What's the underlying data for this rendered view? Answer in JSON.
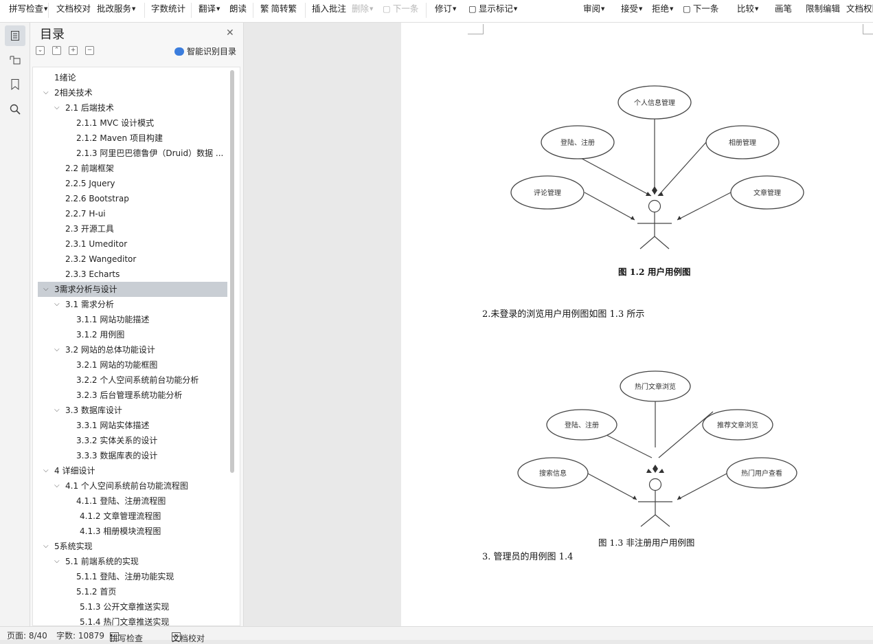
{
  "toolbar": {
    "items": [
      {
        "label": "拼写检查",
        "dropdown": true
      },
      {
        "label": "文档校对",
        "dropdown": false
      },
      {
        "label": "批改服务",
        "dropdown": true
      },
      {
        "label": "字数统计",
        "dropdown": false
      },
      {
        "label": "翻译",
        "dropdown": true
      },
      {
        "label": "朗读",
        "dropdown": false
      },
      {
        "label": "简转繁",
        "dropdown": false
      },
      {
        "label": "插入批注",
        "dropdown": false
      },
      {
        "label": "删除",
        "dropdown": true
      },
      {
        "label": "下一条",
        "dropdown": false
      },
      {
        "label": "修订",
        "dropdown": true
      },
      {
        "label": "显示标记",
        "dropdown": true
      },
      {
        "label": "审阅",
        "dropdown": true
      },
      {
        "label": "接受",
        "dropdown": true
      },
      {
        "label": "拒绝",
        "dropdown": true
      },
      {
        "label": "下一条",
        "dropdown": false
      },
      {
        "label": "比较",
        "dropdown": true
      },
      {
        "label": "画笔",
        "dropdown": false
      },
      {
        "label": "限制编辑",
        "dropdown": false
      },
      {
        "label": "文档权限",
        "dropdown": false
      }
    ]
  },
  "rail": {
    "icons": [
      "toc-icon",
      "navigation-icon",
      "bookmark-icon",
      "search-icon"
    ]
  },
  "toc": {
    "title": "目录",
    "smart_label": "智能识别目录",
    "items": [
      {
        "text": "1绪论",
        "level": 0,
        "expand": false
      },
      {
        "text": "2相关技术",
        "level": 0,
        "expand": true
      },
      {
        "text": "2.1 后端技术",
        "level": 1,
        "expand": true
      },
      {
        "text": "2.1.1 MVC 设计模式",
        "level": 2,
        "expand": false
      },
      {
        "text": "2.1.2 Maven 项目构建",
        "level": 2,
        "expand": false
      },
      {
        "text": "2.1.3 阿里巴巴德鲁伊（Druid）数据 ...",
        "level": 2,
        "expand": false
      },
      {
        "text": "2.2 前端框架",
        "level": 1,
        "expand": false
      },
      {
        "text": "2.2.5 Jquery",
        "level": 1,
        "expand": false
      },
      {
        "text": "2.2.6 Bootstrap",
        "level": 1,
        "expand": false
      },
      {
        "text": "2.2.7 H-ui",
        "level": 1,
        "expand": false
      },
      {
        "text": "2.3 开源工具",
        "level": 1,
        "expand": false
      },
      {
        "text": "2.3.1 Umeditor",
        "level": 1,
        "expand": false
      },
      {
        "text": "2.3.2 Wangeditor",
        "level": 1,
        "expand": false
      },
      {
        "text": "2.3.3 Echarts",
        "level": 1,
        "expand": false
      },
      {
        "text": "3需求分析与设计",
        "level": 0,
        "expand": true,
        "selected": true
      },
      {
        "text": "3.1 需求分析",
        "level": 1,
        "expand": true
      },
      {
        "text": "3.1.1  网站功能描述",
        "level": 2,
        "expand": false
      },
      {
        "text": "3.1.2  用例图",
        "level": 2,
        "expand": false
      },
      {
        "text": "3.2  网站的总体功能设计",
        "level": 1,
        "expand": true
      },
      {
        "text": "3.2.1 网站的功能框图",
        "level": 2,
        "expand": false
      },
      {
        "text": "3.2.2 个人空间系统前台功能分析",
        "level": 2,
        "expand": false
      },
      {
        "text": "3.2.3 后台管理系统功能分析",
        "level": 2,
        "expand": false
      },
      {
        "text": "3.3 数据库设计",
        "level": 1,
        "expand": true
      },
      {
        "text": "3.3.1  网站实体描述",
        "level": 2,
        "expand": false
      },
      {
        "text": "3.3.2  实体关系的设计",
        "level": 2,
        "expand": false
      },
      {
        "text": "3.3.3  数据库表的设计",
        "level": 2,
        "expand": false
      },
      {
        "text": "4  详细设计",
        "level": 0,
        "expand": true
      },
      {
        "text": "4.1  个人空间系统前台功能流程图",
        "level": 1,
        "expand": true
      },
      {
        "text": "4.1.1  登陆、注册流程图",
        "level": 2,
        "expand": false
      },
      {
        "text": "4.1.2  文章管理流程图",
        "level": 2.3,
        "expand": false
      },
      {
        "text": "4.1.3  相册模块流程图",
        "level": 2.3,
        "expand": false
      },
      {
        "text": "5系统实现",
        "level": 0,
        "expand": true
      },
      {
        "text": "5.1  前端系统的实现",
        "level": 1,
        "expand": true
      },
      {
        "text": "5.1.1  登陆、注册功能实现",
        "level": 2,
        "expand": false
      },
      {
        "text": "5.1.2  首页",
        "level": 2,
        "expand": false
      },
      {
        "text": "5.1.3  公开文章推送实现",
        "level": 2.3,
        "expand": false
      },
      {
        "text": "5.1.4  热门文章推送实现",
        "level": 2.3,
        "expand": false
      }
    ]
  },
  "document": {
    "diagram1": {
      "top": "个人信息管理",
      "left_upper": "登陆、注册",
      "right_upper": "相册管理",
      "left_lower": "评论管理",
      "right_lower": "文章管理"
    },
    "caption1": "图 1.2  用户用例图",
    "para1": "2.未登录的浏览用户用例图如图 1.3 所示",
    "diagram2": {
      "top": "热门文章浏览",
      "left_upper": "登陆、注册",
      "right_upper": "推荐文章浏览",
      "left_lower": "搜索信息",
      "right_lower": "热门用户查看"
    },
    "caption2": "图 1.3  非注册用户用例图",
    "para2": "3.  管理员的用例图 1.4"
  },
  "status": {
    "page": "页面: 8/40",
    "words": "字数: 10879",
    "spell": "拼写检查",
    "proof": "文档校对"
  }
}
